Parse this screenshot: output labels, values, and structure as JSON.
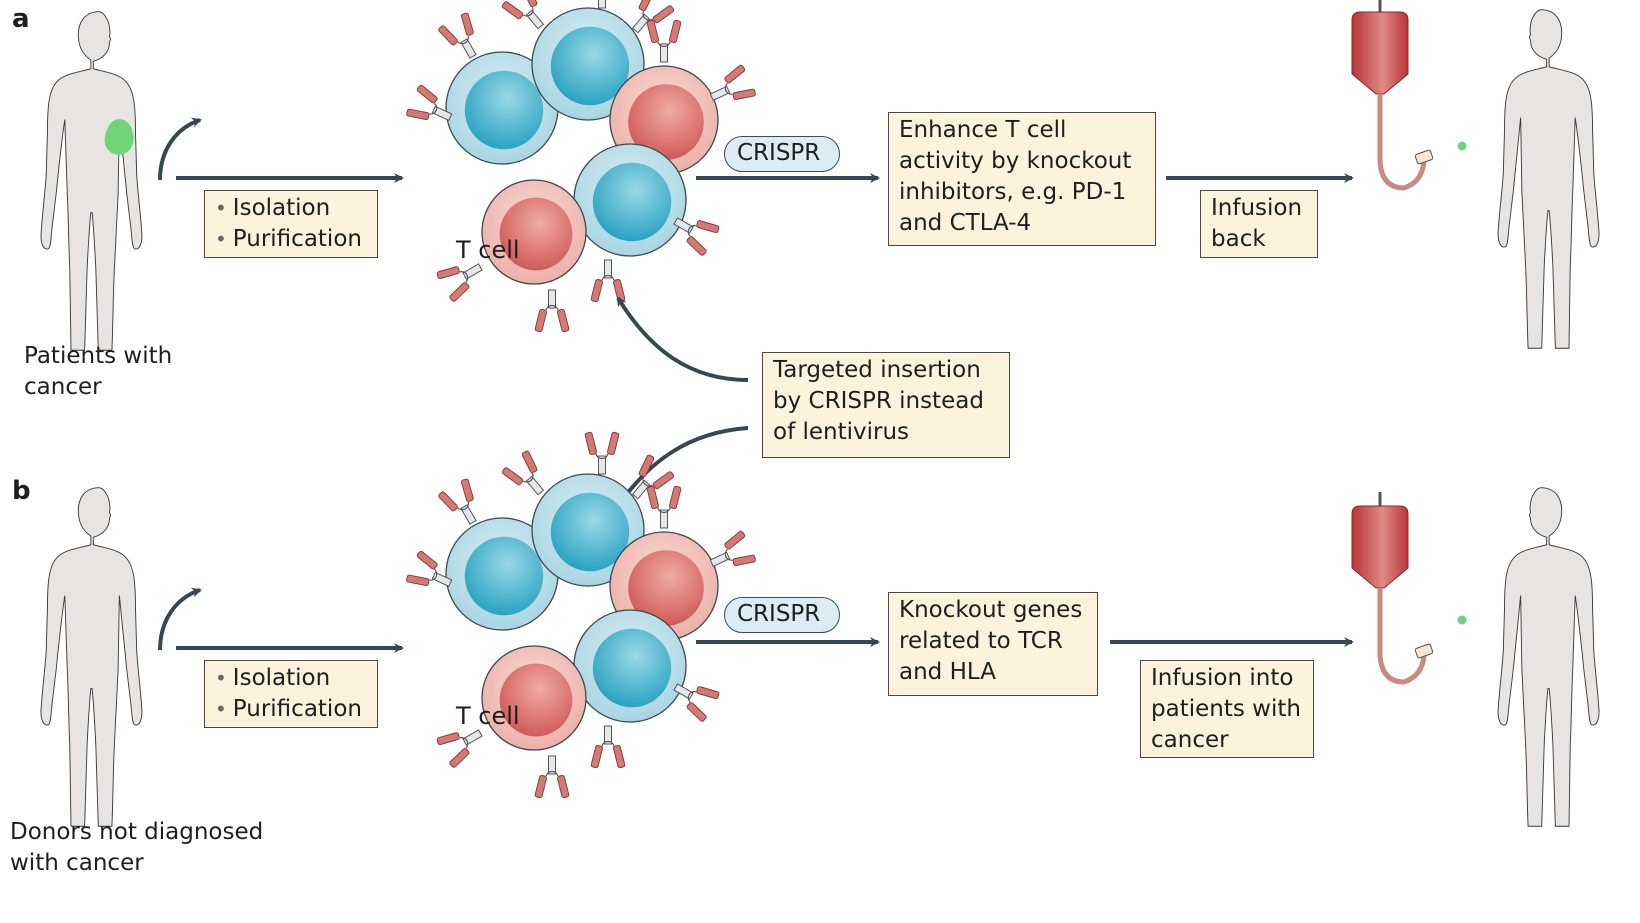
{
  "panels": {
    "a": {
      "letter": "a",
      "source_label_lines": [
        "Patients with",
        "cancer"
      ],
      "step1_items": [
        "Isolation",
        "Purification"
      ],
      "cell_label": "T cell",
      "crispr_label": "CRISPR",
      "step2_lines": [
        "Enhance T cell",
        "activity by knockout",
        "inhibitors, e.g. PD-1",
        "and CTLA-4"
      ],
      "step3_lines": [
        "Infusion",
        "back"
      ]
    },
    "b": {
      "letter": "b",
      "source_label_lines": [
        "Donors not diagnosed",
        "with cancer"
      ],
      "step1_items": [
        "Isolation",
        "Purification"
      ],
      "cell_label": "T cell",
      "crispr_label": "CRISPR",
      "step2_lines": [
        "Knockout genes",
        "related to TCR",
        "and HLA"
      ],
      "step3_lines": [
        "Infusion into",
        "patients with",
        "cancer"
      ]
    }
  },
  "shared_note_lines": [
    "Targeted insertion",
    "by CRISPR instead",
    "of lentivirus"
  ],
  "colors": {
    "body_fill": "#e8e4e1",
    "body_stroke": "#3a3a3a",
    "tumor": "#6fd47a",
    "blue_cell_outer": "#bfe0ea",
    "blue_cell_inner": "#4fb6cf",
    "red_cell_outer": "#f3c4bd",
    "red_cell_inner": "#d9726c",
    "receptor": "#d47a74",
    "arrow": "#37474f",
    "box_fill": "#fdf3dc",
    "pill_fill": "#dcecf4",
    "blood_bag": "#c84a4a"
  }
}
